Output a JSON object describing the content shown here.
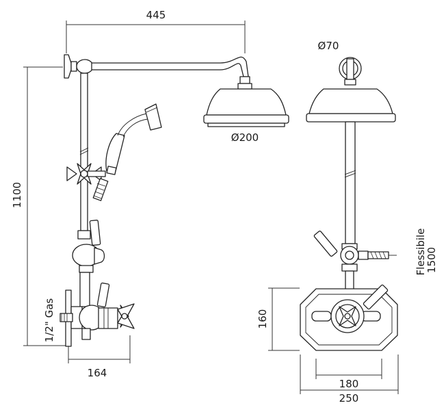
{
  "dimensions": {
    "arm_reach": "445",
    "overall_height": "1100",
    "head_diameter": "Ø200",
    "wall_mount_diameter": "Ø70",
    "plate_height": "160",
    "offset_depth": "164",
    "inner_width": "180",
    "plate_width": "250"
  },
  "labels": {
    "inlet": "1/2\" Gas",
    "hose_name": "Flessibile",
    "hose_length": "1500"
  }
}
